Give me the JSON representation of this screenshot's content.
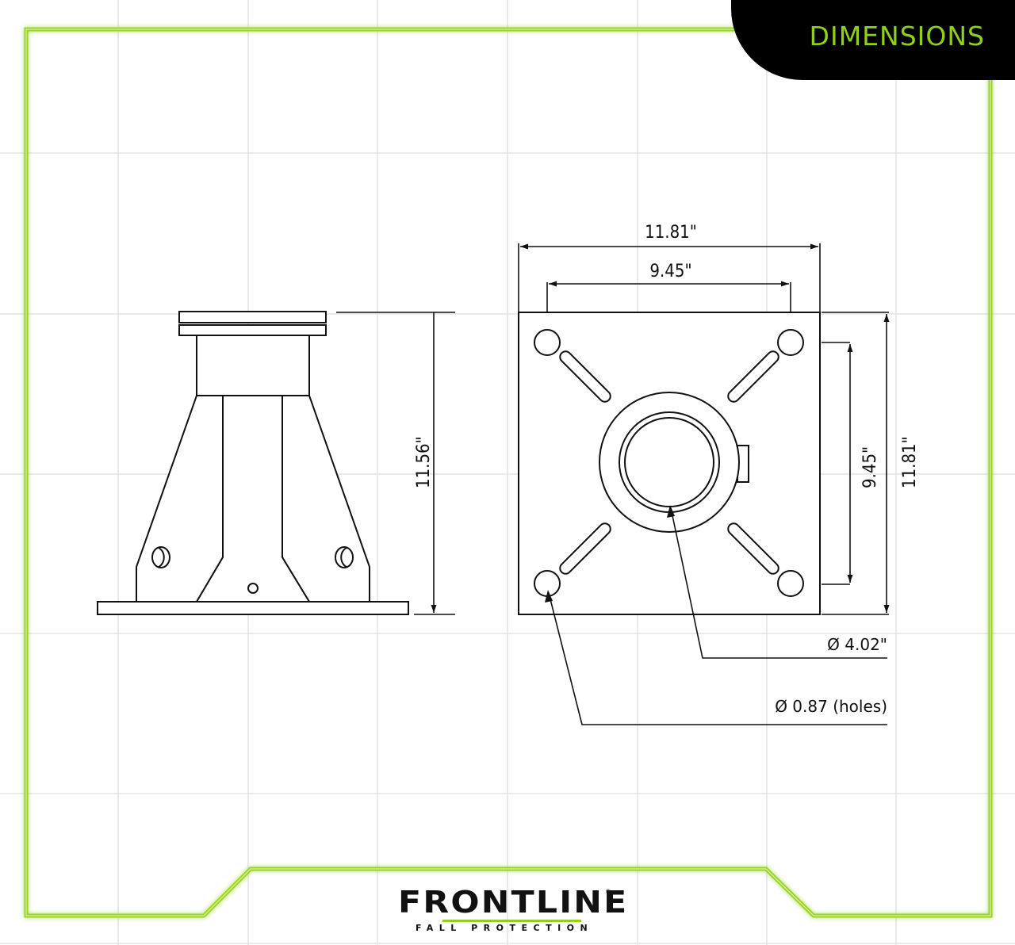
{
  "header": {
    "title": "DIMENSIONS"
  },
  "colors": {
    "accent": "#8fd11a",
    "frame": "#9ad420",
    "grid": "#e3e3e3",
    "line": "#111111",
    "header_bg": "#000000"
  },
  "side_view": {
    "height_label": "11.56\""
  },
  "top_view": {
    "overall_width_label": "11.81\"",
    "hole_spacing_width_label": "9.45\"",
    "hole_spacing_height_label": "9.45\"",
    "overall_height_label": "11.81\"",
    "tube_diameter_label": "Ø 4.02\"",
    "hole_diameter_label": "Ø 0.87 (holes)"
  },
  "logo": {
    "brand": "FRONTLINE",
    "registered": "®",
    "tagline": "FALL PROTECTION"
  }
}
